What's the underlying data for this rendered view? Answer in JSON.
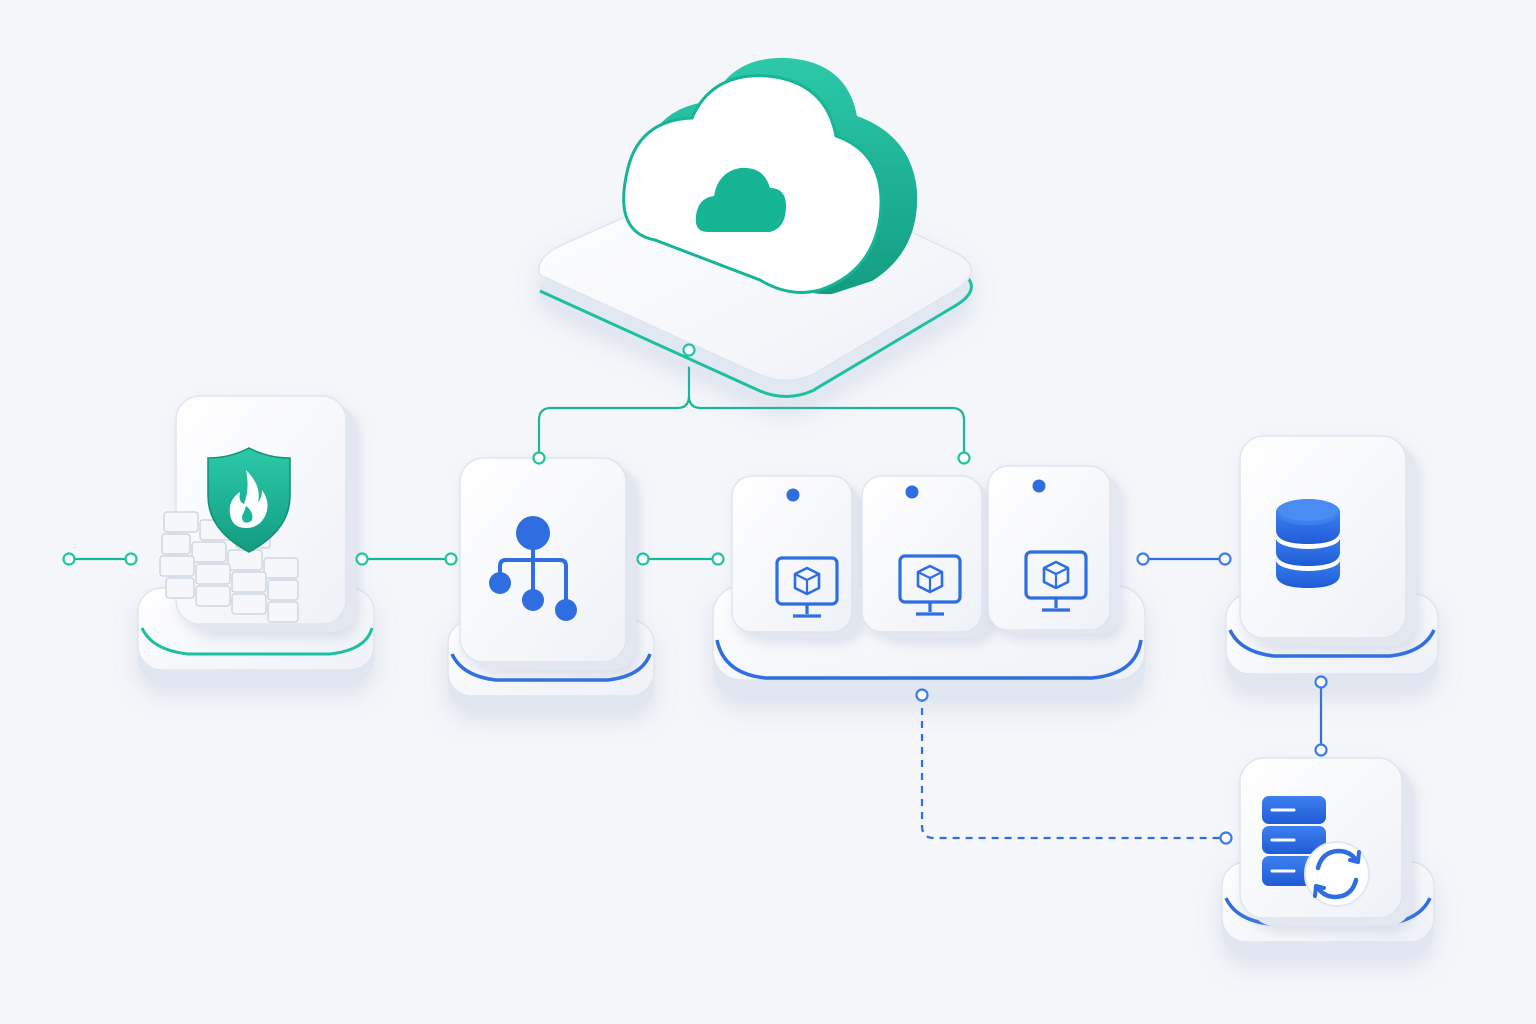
{
  "diagram": {
    "nodes": [
      {
        "id": "cloud",
        "icon": "cloud-icon",
        "accent": "#16b596"
      },
      {
        "id": "firewall",
        "icon": "firewall-shield-icon",
        "accent": "#16b596"
      },
      {
        "id": "load-balancer",
        "icon": "hierarchy-icon",
        "accent": "#2563eb"
      },
      {
        "id": "compute-cluster",
        "icon": "virtual-machine-icon",
        "count": 3,
        "accent": "#2563eb"
      },
      {
        "id": "database",
        "icon": "database-icon",
        "accent": "#2563eb"
      },
      {
        "id": "backup",
        "icon": "server-sync-icon",
        "accent": "#2563eb"
      }
    ],
    "connections": [
      {
        "from": "cloud",
        "to": "load-balancer",
        "style": "solid",
        "color": "#17b898"
      },
      {
        "from": "cloud",
        "to": "compute-cluster",
        "style": "solid",
        "color": "#17b898"
      },
      {
        "from": "firewall",
        "to": "load-balancer",
        "style": "solid",
        "color": "#17b898"
      },
      {
        "from": "load-balancer",
        "to": "compute-cluster",
        "style": "solid",
        "color": "#17b898"
      },
      {
        "from": "compute-cluster",
        "to": "database",
        "style": "solid",
        "color": "#2f6ee0"
      },
      {
        "from": "database",
        "to": "backup",
        "style": "solid",
        "color": "#2f6ee0"
      },
      {
        "from": "compute-cluster",
        "to": "backup",
        "style": "dashed",
        "color": "#2f6ee0"
      }
    ],
    "colors": {
      "teal": "#16b596",
      "blue": "#2563eb",
      "background": "#f4f6fa"
    }
  }
}
